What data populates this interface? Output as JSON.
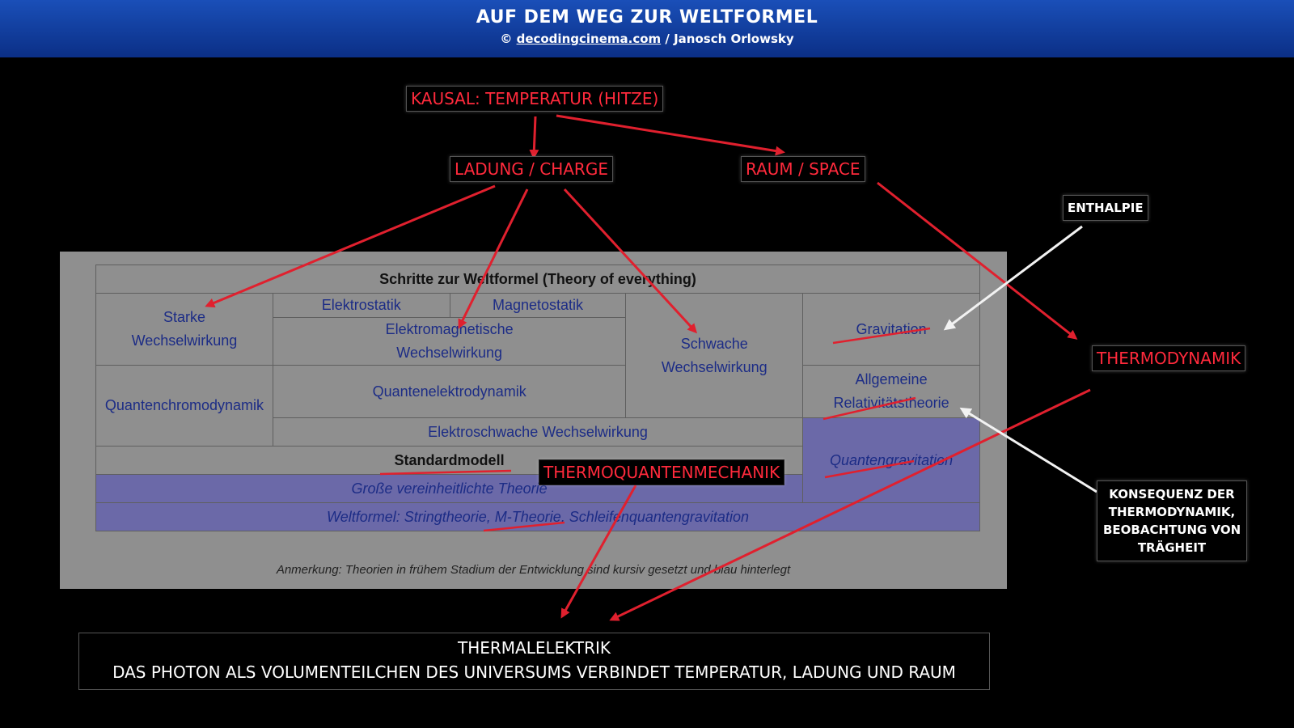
{
  "header": {
    "title": "AUF DEM WEG ZUR WELTFORMEL",
    "copyright": "©",
    "site": "decodingcinema.com",
    "author": "/ Janosch Orlowsky"
  },
  "labels": {
    "kausal": "KAUSAL: TEMPERATUR (HITZE)",
    "ladung": "LADUNG / CHARGE",
    "raum": "RAUM / SPACE",
    "enthalpie": "ENTHALPIE",
    "thermodynamik": "THERMODYNAMIK",
    "thermoquanten": "THERMOQUANTENMECHANIK",
    "konsequenz": [
      "KONSEQUENZ DER",
      "THERMODYNAMIK,",
      "BEOBACHTUNG VON",
      "TRÄGHEIT"
    ]
  },
  "table": {
    "title": "Schritte zur Weltformel (Theory of everything)",
    "starke": [
      "Starke",
      "Wechselwirkung"
    ],
    "elektrostatik": "Elektrostatik",
    "magnetostatik": "Magnetostatik",
    "elektromagnetische": [
      "Elektromagnetische",
      "Wechselwirkung"
    ],
    "schwache": [
      "Schwache",
      "Wechselwirkung"
    ],
    "gravitation": "Gravitation",
    "qcd": "Quantenchromodynamik",
    "qed": "Quantenelektrodynamik",
    "art": [
      "Allgemeine",
      "Relativitätstheorie"
    ],
    "elektroschwache": "Elektroschwache Wechselwirkung",
    "standardmodell": "Standardmodell",
    "quantengravitation": "Quantengravitation",
    "gut": "Große vereinheitlichte Theorie",
    "weltformel": "Weltformel: Stringtheorie, M-Theorie, Schleifenquantengravitation",
    "note": "Anmerkung: Theorien in frühem Stadium der Entwicklung sind kursiv gesetzt und blau hinterlegt"
  },
  "bottom": {
    "line1": "THERMALELEKTRIK",
    "line2": "DAS PHOTON ALS VOLUMENTEILCHEN DES UNIVERSUMS VERBINDET TEMPERATUR, LADUNG UND RAUM"
  },
  "colors": {
    "accent_red": "#ff2a3c",
    "header_blue": "#1a4fb8",
    "theory_blue": "#6b69a8"
  }
}
